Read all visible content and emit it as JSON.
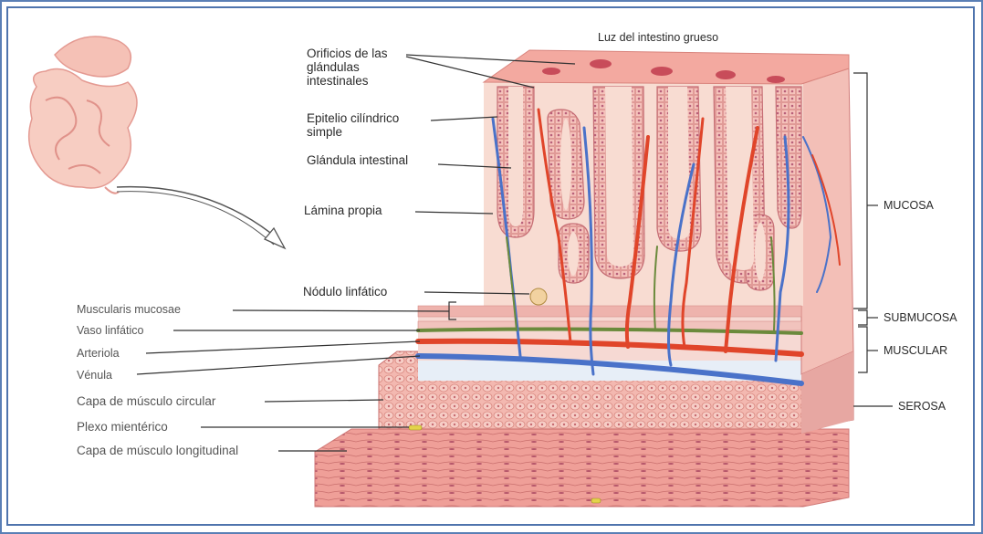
{
  "labels": {
    "lumen": "Luz del intestino grueso",
    "orifices": "Orificios de las glándulas intestinales",
    "epithelium": "Epitelio cilíndrico simple",
    "gland": "Glándula intestinal",
    "lamina": "Lámina propia",
    "nodule": "Nódulo linfático",
    "muscularis_mucosae": "Muscularis mucosae",
    "lymph_vessel": "Vaso linfático",
    "arteriole": "Arteriola",
    "venule": "Vénula",
    "circular_muscle": "Capa de músculo circular",
    "myenteric_plexus": "Plexo mientérico",
    "longitudinal_muscle": "Capa de músculo longitudinal",
    "mucosa": "MUCOSA",
    "submucosa": "SUBMUCOSA",
    "muscular": "MUSCULAR",
    "serosa": "SEROSA"
  },
  "colors": {
    "frame": "#4f74ad",
    "tissue_pink": "#f0a9a4",
    "tissue_light": "#f7cfc6",
    "artery": "#e0452a",
    "vein": "#4a72c9",
    "lymph": "#6b8a3c",
    "muscle": "#e89a95"
  }
}
